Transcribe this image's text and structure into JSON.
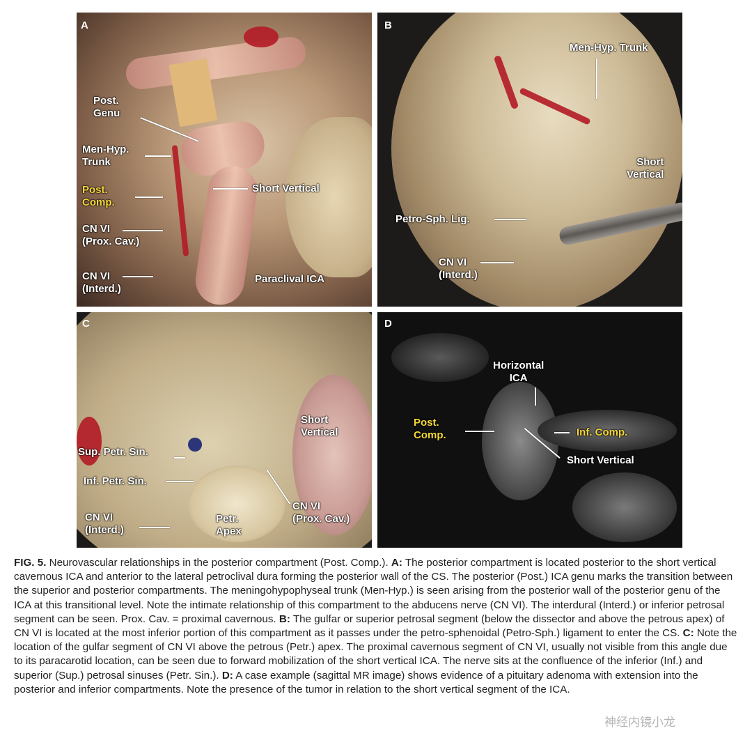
{
  "panels": {
    "a": {
      "letter": "A",
      "labels": {
        "post_genu": "Post.\nGenu",
        "men_hyp_trunk": "Men-Hyp.\nTrunk",
        "post_comp": "Post.\nComp.",
        "cn6_prox_cav": "CN VI\n(Prox. Cav.)",
        "cn6_interd": "CN VI\n(Interd.)",
        "short_vertical": "Short Vertical",
        "paraclival_ica": "Paraclival ICA"
      }
    },
    "b": {
      "letter": "B",
      "labels": {
        "men_hyp_trunk": "Men-Hyp. Trunk",
        "short_vertical": "Short\nVertical",
        "petro_sph_lig": "Petro-Sph. Lig.",
        "cn6_interd": "CN VI\n(Interd.)"
      }
    },
    "c": {
      "letter": "C",
      "labels": {
        "short_vertical": "Short\nVertical",
        "sup_petr_sin": "Sup. Petr. Sin.",
        "inf_petr_sin": "Inf. Petr. Sin.",
        "cn6_interd": "CN VI\n(Interd.)",
        "petr_apex": "Petr.\nApex",
        "cn6_prox_cav": "CN VI\n(Prox. Cav.)"
      }
    },
    "d": {
      "letter": "D",
      "labels": {
        "horizontal_ica": "Horizontal\nICA",
        "post_comp": "Post.\nComp.",
        "inf_comp": "Inf. Comp.",
        "short_vertical": "Short Vertical"
      }
    }
  },
  "caption": {
    "fig": "FIG. 5.",
    "intro": " Neurovascular relationships in the posterior compartment (Post. Comp.).  ",
    "a_key": "A:",
    "a_text": " The posterior compartment is located posterior to the short vertical cavernous ICA and anterior to the lateral petroclival dura forming the posterior wall of the CS. The posterior (Post.) ICA genu marks the transition between the superior and posterior compartments. The meningohypophyseal trunk (Men-Hyp.) is seen arising from the posterior wall of the posterior genu of the ICA at this transitional level. Note the intimate relationship of this compartment to the abducens nerve (CN VI). The interdural (Interd.) or inferior petrosal segment can be seen. Prox. Cav. = proximal cavernous.  ",
    "b_key": "B:",
    "b_text": " The gulfar or superior petrosal segment (below the dissector and above the petrous apex) of CN VI is located at the most inferior portion of this compartment as it passes under the petro-sphenoidal (Petro-Sph.) ligament to enter the CS.  ",
    "c_key": "C:",
    "c_text": " Note the location of the gulfar segment of CN VI above the petrous (Petr.) apex. The proximal cavernous segment of CN VI, usually not visible from this angle due to its paracarotid location, can be seen due to forward mobilization of the short vertical ICA. The nerve sits at the confluence of the inferior (Inf.) and superior (Sup.) petrosal sinuses (Petr. Sin.).  ",
    "d_key": "D:",
    "d_text": " A case example (sagittal MR image) shows evidence of a pituitary adenoma with extension into the posterior and inferior compartments. Note the presence of the tumor in relation to the short vertical segment of the ICA."
  },
  "watermark": "神经内镜小龙"
}
